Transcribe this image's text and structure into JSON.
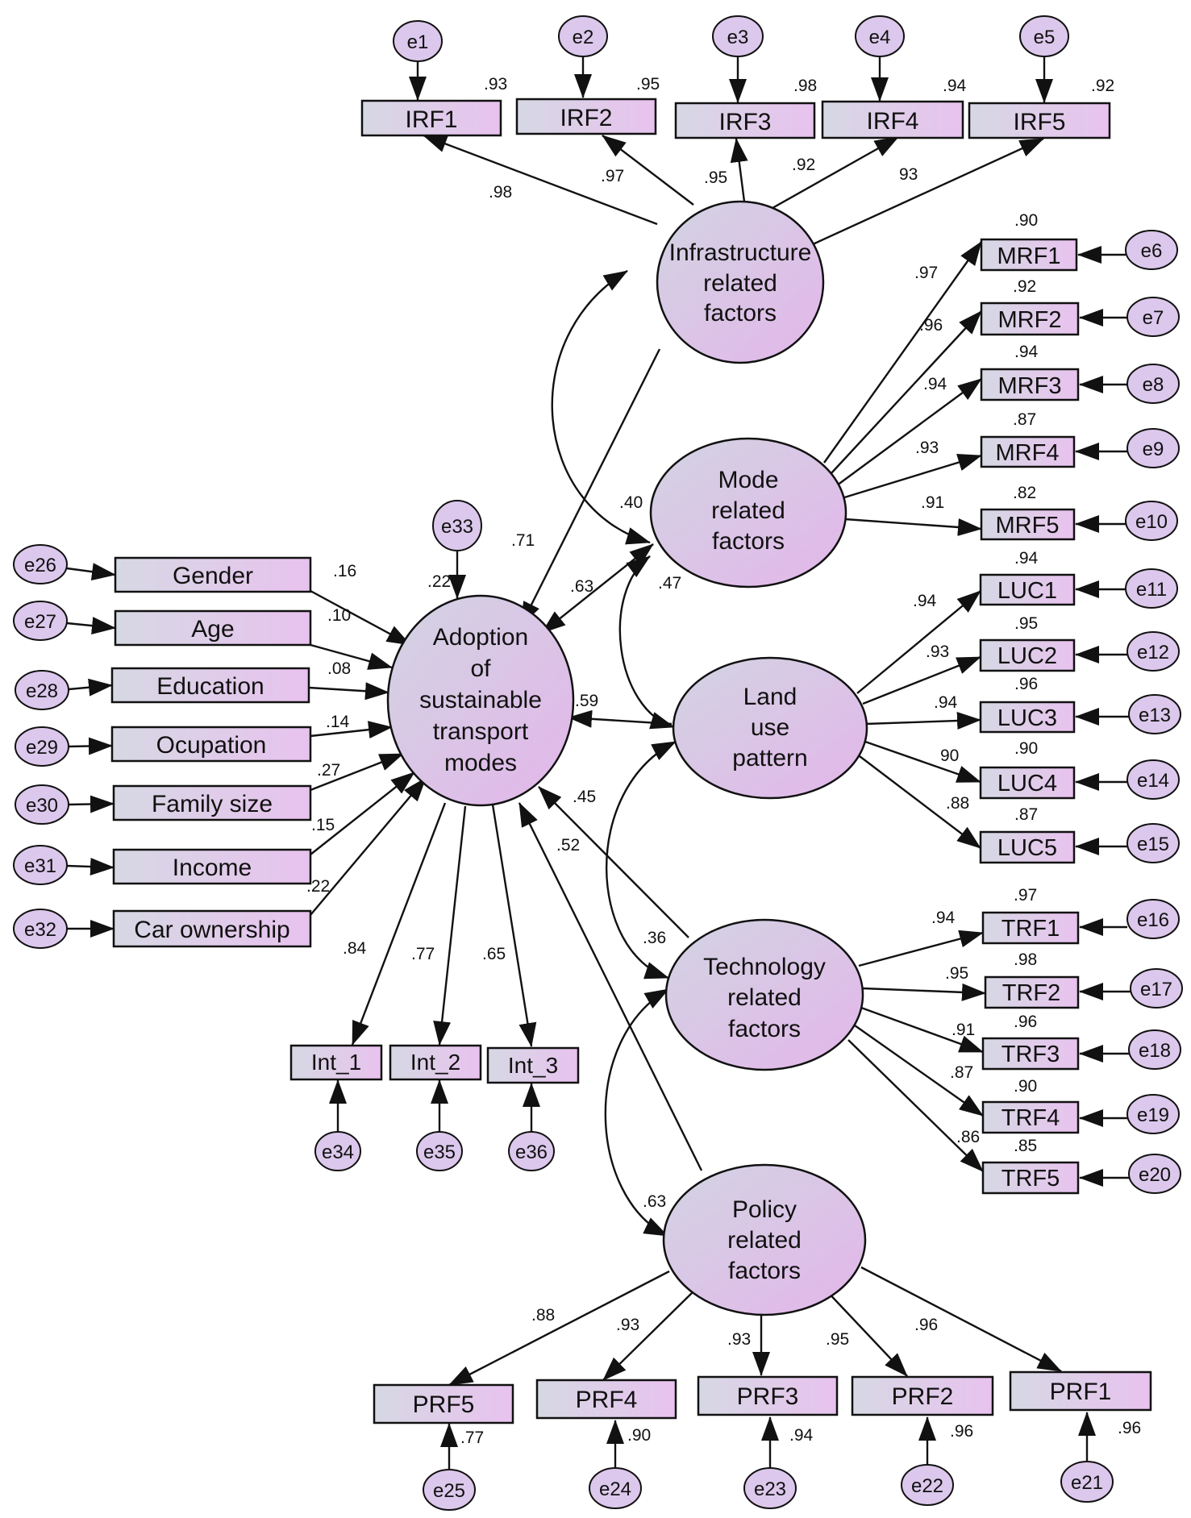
{
  "latents": {
    "infrastructure": "Infrastructure related factors",
    "mode": "Mode related factors",
    "land": "Land use pattern",
    "adoption": "Adoption of sustainable transport modes",
    "technology": "Technology related factors",
    "policy": "Policy related factors"
  },
  "observed": {
    "IRF1": "IRF1",
    "IRF2": "IRF2",
    "IRF3": "IRF3",
    "IRF4": "IRF4",
    "IRF5": "IRF5",
    "MRF1": "MRF1",
    "MRF2": "MRF2",
    "MRF3": "MRF3",
    "MRF4": "MRF4",
    "MRF5": "MRF5",
    "LUC1": "LUC1",
    "LUC2": "LUC2",
    "LUC3": "LUC3",
    "LUC4": "LUC4",
    "LUC5": "LUC5",
    "TRF1": "TRF1",
    "TRF2": "TRF2",
    "TRF3": "TRF3",
    "TRF4": "TRF4",
    "TRF5": "TRF5",
    "PRF1": "PRF1",
    "PRF2": "PRF2",
    "PRF3": "PRF3",
    "PRF4": "PRF4",
    "PRF5": "PRF5",
    "Gender": "Gender",
    "Age": "Age",
    "Education": "Education",
    "Ocupation": "Ocupation",
    "Family": "Family size",
    "Income": "Income",
    "Car": "Car ownership",
    "Int1": "Int_1",
    "Int2": "Int_2",
    "Int3": "Int_3"
  },
  "errors": {
    "e1": "e1",
    "e2": "e2",
    "e3": "e3",
    "e4": "e4",
    "e5": "e5",
    "e6": "e6",
    "e7": "e7",
    "e8": "e8",
    "e9": "e9",
    "e10": "e10",
    "e11": "e11",
    "e12": "e12",
    "e13": "e13",
    "e14": "e14",
    "e15": "e15",
    "e16": "e16",
    "e17": "e17",
    "e18": "e18",
    "e19": "e19",
    "e20": "e20",
    "e21": "e21",
    "e22": "e22",
    "e23": "e23",
    "e24": "e24",
    "e25": "e25",
    "e26": "e26",
    "e27": "e27",
    "e28": "e28",
    "e29": "e29",
    "e30": "e30",
    "e31": "e31",
    "e32": "e32",
    "e33": "e33",
    "e34": "e34",
    "e35": "e35",
    "e36": "e36"
  },
  "loadings": {
    "IRF1": ".98",
    "IRF2": ".97",
    "IRF3": ".95",
    "IRF4": ".92",
    "IRF5": "93",
    "MRF1": ".97",
    "MRF2": ".96",
    "MRF3": ".94",
    "MRF4": ".93",
    "MRF5": ".91",
    "LUC1": ".94",
    "LUC2": ".93",
    "LUC3": ".94",
    "LUC4": "90",
    "LUC5": ".88",
    "TRF1": ".94",
    "TRF2": ".95",
    "TRF3": ".91",
    "TRF4": ".87",
    "TRF5": ".86",
    "PRF5": ".88",
    "PRF4": ".93",
    "PRF3": ".93",
    "PRF2": ".95",
    "PRF1": ".96",
    "Gender": ".16",
    "Age": ".10",
    "Education": ".08",
    "Ocupation": ".14",
    "Family": ".27",
    "Income": ".15",
    "Car": ".22",
    "Int1": ".84",
    "Int2": ".77",
    "Int3": ".65"
  },
  "r_squared": {
    "IRF1": ".93",
    "IRF2": ".95",
    "IRF3": ".98",
    "IRF4": ".94",
    "IRF5": ".92",
    "MRF1": ".90",
    "MRF2": ".92",
    "MRF3": ".94",
    "MRF4": ".87",
    "MRF5": ".82",
    "LUC1": ".94",
    "LUC2": ".95",
    "LUC3": ".96",
    "LUC4": ".90",
    "LUC5": ".87",
    "TRF1": ".97",
    "TRF2": ".98",
    "TRF3": ".96",
    "TRF4": ".90",
    "TRF5": ".85",
    "PRF5": ".77",
    "PRF4": ".90",
    "PRF3": ".94",
    "PRF2": ".96",
    "PRF1": ".96",
    "Adoption": ".22"
  },
  "paths": {
    "infra_adoption": ".71",
    "mode_adoption": ".63",
    "land_adoption": ".59",
    "tech_adoption": ".45",
    "policy_adoption": ".52"
  },
  "covariances": {
    "infra_mode": ".40",
    "mode_land": ".47",
    "land_tech": ".36",
    "tech_policy": ".63"
  }
}
